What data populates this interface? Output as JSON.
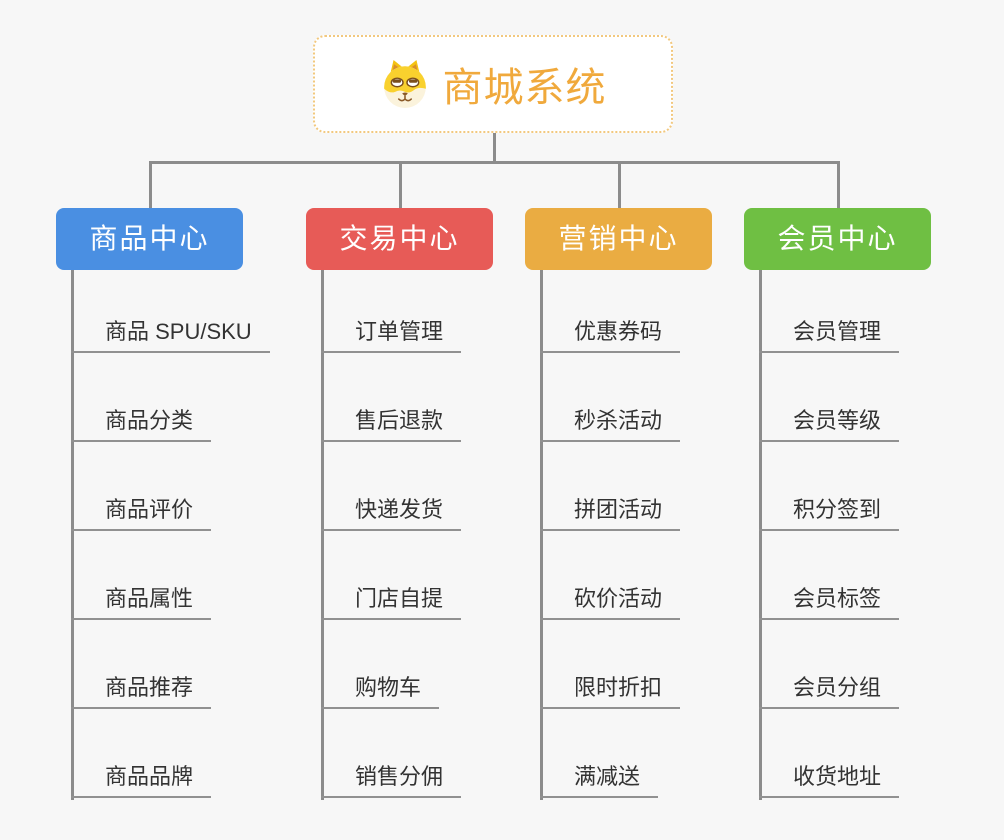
{
  "root": {
    "title": "商城系统",
    "title_color": "#f0a93c",
    "logo_icon": "dog-face-logo",
    "border_color": "#f2c87e"
  },
  "connector_color": "#8c8c8c",
  "background_color": "#f7f7f7",
  "branches": [
    {
      "label": "商品中心",
      "color": "#4a8fe2",
      "items": [
        "商品 SPU/SKU",
        "商品分类",
        "商品评价",
        "商品属性",
        "商品推荐",
        "商品品牌"
      ]
    },
    {
      "label": "交易中心",
      "color": "#e75b57",
      "items": [
        "订单管理",
        "售后退款",
        "快递发货",
        "门店自提",
        "购物车",
        "销售分佣"
      ]
    },
    {
      "label": "营销中心",
      "color": "#eaac42",
      "items": [
        "优惠券码",
        "秒杀活动",
        "拼团活动",
        "砍价活动",
        "限时折扣",
        "满减送"
      ]
    },
    {
      "label": "会员中心",
      "color": "#6fbf43",
      "items": [
        "会员管理",
        "会员等级",
        "积分签到",
        "会员标签",
        "会员分组",
        "收货地址"
      ]
    }
  ]
}
